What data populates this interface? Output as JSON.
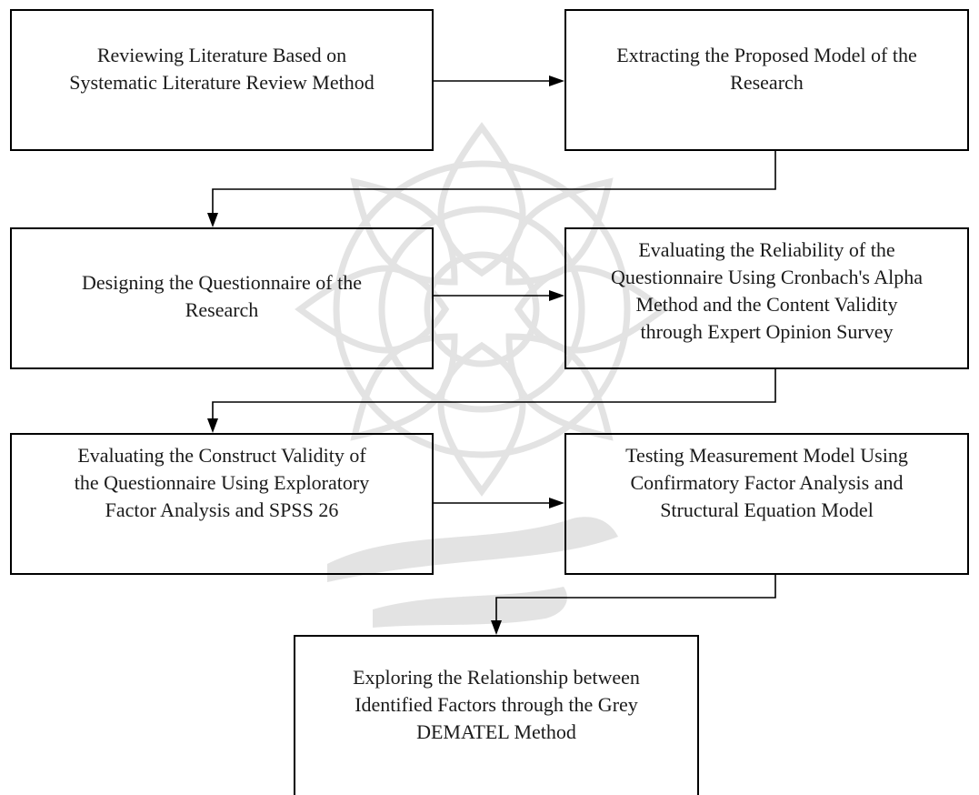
{
  "flowchart": {
    "steps": [
      {
        "id": "s1",
        "lines": [
          "Reviewing Literature Based on",
          "Systematic Literature Review Method"
        ]
      },
      {
        "id": "s2",
        "lines": [
          "Extracting the Proposed Model of the",
          "Research"
        ]
      },
      {
        "id": "s3",
        "lines": [
          "Designing the Questionnaire of the",
          "Research"
        ]
      },
      {
        "id": "s4",
        "lines": [
          "Evaluating the Reliability of the",
          "Questionnaire Using Cronbach's Alpha",
          "Method and the Content Validity",
          "through Expert Opinion Survey"
        ]
      },
      {
        "id": "s5",
        "lines": [
          "Evaluating the Construct Validity of",
          "the Questionnaire Using Exploratory",
          "Factor Analysis and SPSS 26"
        ]
      },
      {
        "id": "s6",
        "lines": [
          "Testing Measurement Model Using",
          "Confirmatory Factor Analysis and",
          "Structural Equation Model"
        ]
      },
      {
        "id": "s7",
        "lines": [
          "Exploring the Relationship between",
          "Identified Factors through the Grey",
          "DEMATEL Method"
        ]
      }
    ],
    "flow": [
      [
        "s1",
        "s2"
      ],
      [
        "s2",
        "s3"
      ],
      [
        "s3",
        "s4"
      ],
      [
        "s4",
        "s5"
      ],
      [
        "s5",
        "s6"
      ],
      [
        "s6",
        "s7"
      ]
    ],
    "line_color": "#000000"
  }
}
